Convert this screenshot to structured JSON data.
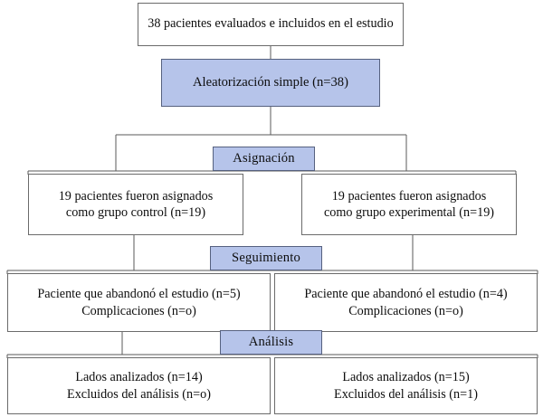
{
  "diagram": {
    "type": "consort-flow-diagram",
    "language": "es",
    "colors": {
      "box_fill_white": "#ffffff",
      "box_fill_blue": "#b6c4ea",
      "box_border_gray": "#6b6b6b",
      "box_border_blue": "#56617f",
      "text": "#0d0d0d",
      "connector": "#5a5a5a"
    },
    "nodes": {
      "enrollment": {
        "text": "38 pacientes evaluados e incluidos en el estudio"
      },
      "randomization": {
        "text": "Aleatorización simple (n=38)"
      },
      "stage_allocation": {
        "label": "Asignación"
      },
      "allocation_control": {
        "line1": "19 pacientes fueron asignados",
        "line2": "como grupo control (n=19)"
      },
      "allocation_experimental": {
        "line1": "19 pacientes fueron asignados",
        "line2": "como grupo experimental (n=19)"
      },
      "stage_followup": {
        "label": "Seguimiento"
      },
      "followup_control": {
        "line1": "Paciente que abandonó el estudio (n=5)",
        "line2": "Complicaciones (n=o)"
      },
      "followup_experimental": {
        "line1": "Paciente que abandonó el estudio (n=4)",
        "line2": "Complicaciones (n=o)"
      },
      "stage_analysis": {
        "label": "Análisis"
      },
      "analysis_control": {
        "line1": "Lados analizados  (n=14)",
        "line2": "Excluidos del análisis (n=o)"
      },
      "analysis_experimental": {
        "line1": "Lados analizados  (n=15)",
        "line2": "Excluidos del análisis (n=1)"
      }
    }
  }
}
